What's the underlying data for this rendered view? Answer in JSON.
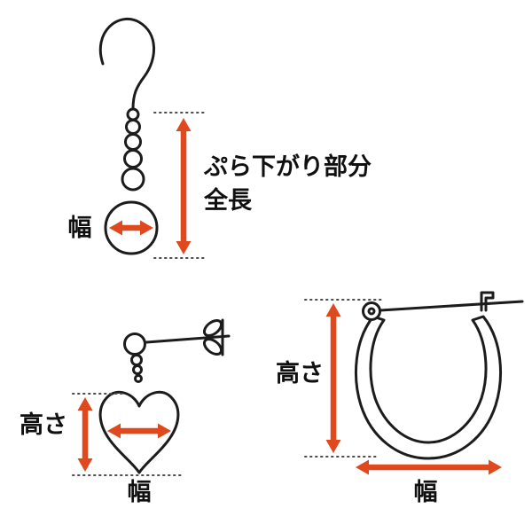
{
  "colors": {
    "arrow": "#e0481e",
    "outline": "#1c1c1c"
  },
  "labels": {
    "hook_ring_width": "幅",
    "dangle_length_line1": "ぷら下がり部分",
    "dangle_length_line2": "全長",
    "heart_height": "高さ",
    "heart_width": "幅",
    "hoop_height": "高さ",
    "hoop_width": "幅"
  }
}
